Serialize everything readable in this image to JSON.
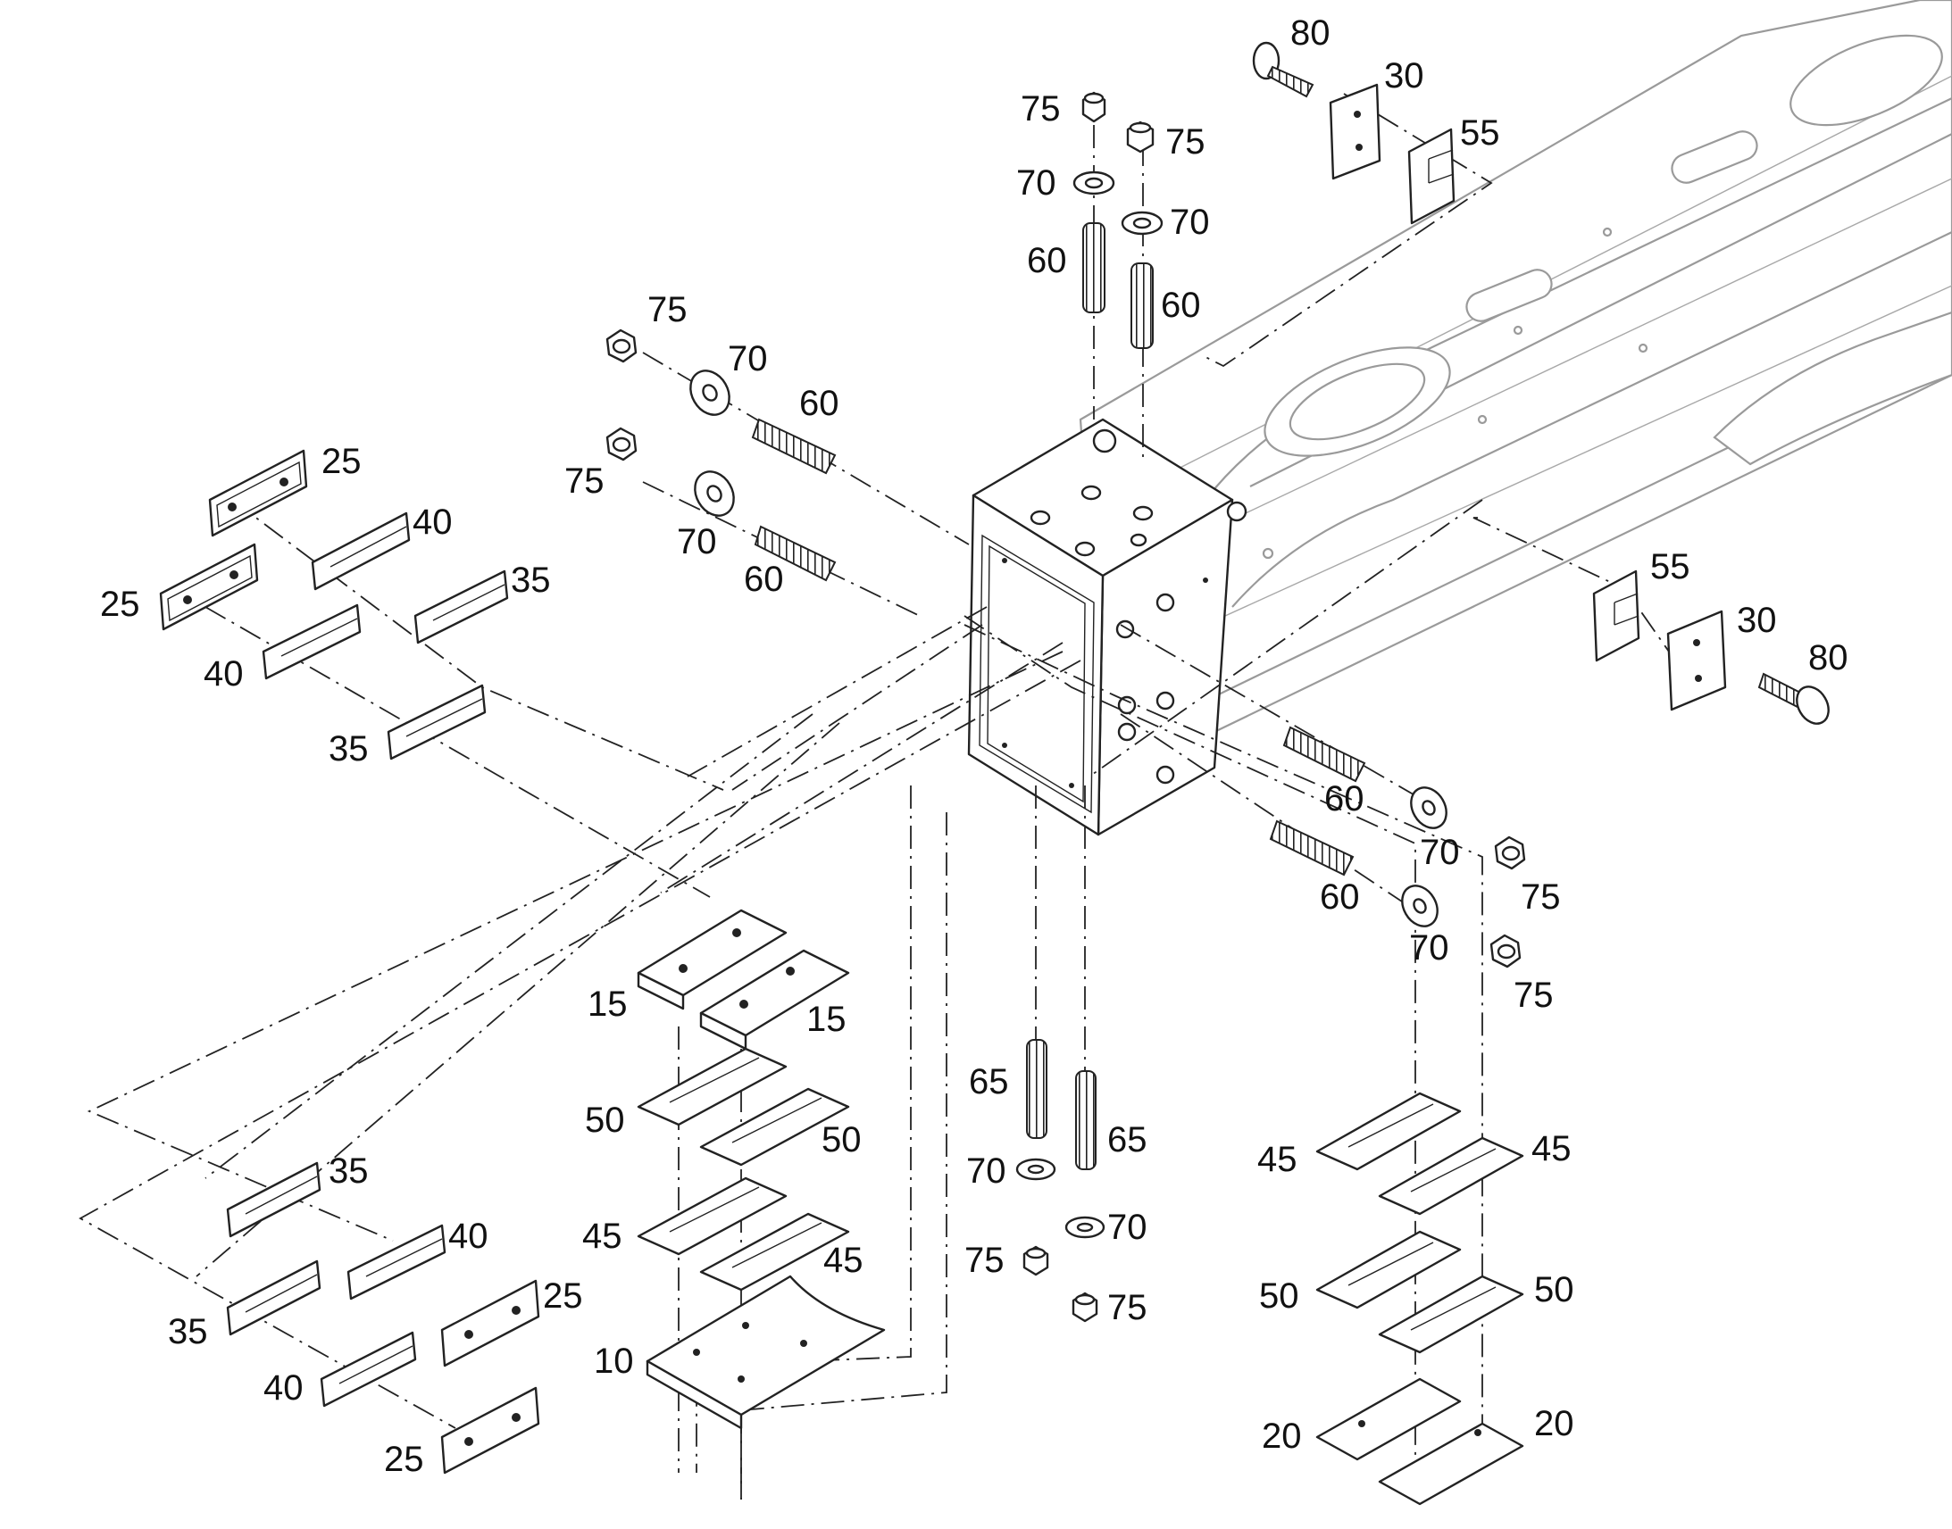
{
  "diagram": {
    "callouts": {
      "c1": "80",
      "c2": "30",
      "c3": "55",
      "c4": "75",
      "c5": "75",
      "c6": "70",
      "c7": "70",
      "c8": "60",
      "c9": "60",
      "c10": "75",
      "c11": "70",
      "c12": "60",
      "c13": "75",
      "c14": "70",
      "c15": "60",
      "c16": "25",
      "c17": "40",
      "c18": "35",
      "c19": "25",
      "c20": "40",
      "c21": "35",
      "c22": "55",
      "c23": "30",
      "c24": "80",
      "c25": "60",
      "c26": "70",
      "c27": "75",
      "c28": "60",
      "c29": "70",
      "c30": "75",
      "c31": "15",
      "c32": "15",
      "c33": "50",
      "c34": "50",
      "c35": "45",
      "c36": "45",
      "c37": "10",
      "c38": "65",
      "c39": "65",
      "c40": "70",
      "c41": "70",
      "c42": "75",
      "c43": "75",
      "c44": "45",
      "c45": "45",
      "c46": "50",
      "c47": "50",
      "c48": "20",
      "c49": "20",
      "c50": "35",
      "c51": "40",
      "c52": "25",
      "c53": "35",
      "c54": "40",
      "c55": "25"
    }
  }
}
